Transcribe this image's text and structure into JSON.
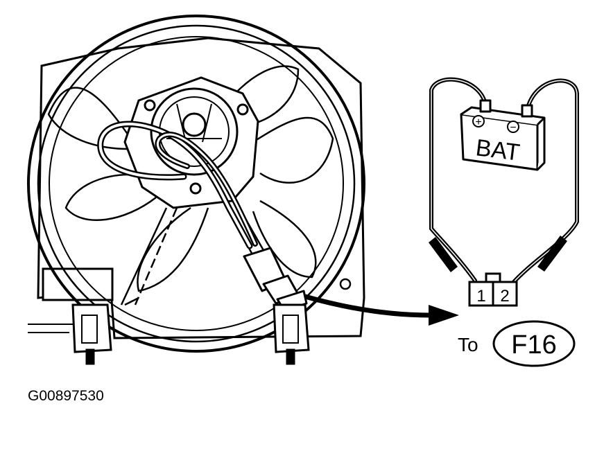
{
  "labels": {
    "battery": "BAT",
    "battery_positive": "+",
    "battery_negative": "−",
    "pin_1": "1",
    "pin_2": "2",
    "to_text": "To",
    "connector_ref": "F16",
    "figure_id": "G00897530"
  }
}
